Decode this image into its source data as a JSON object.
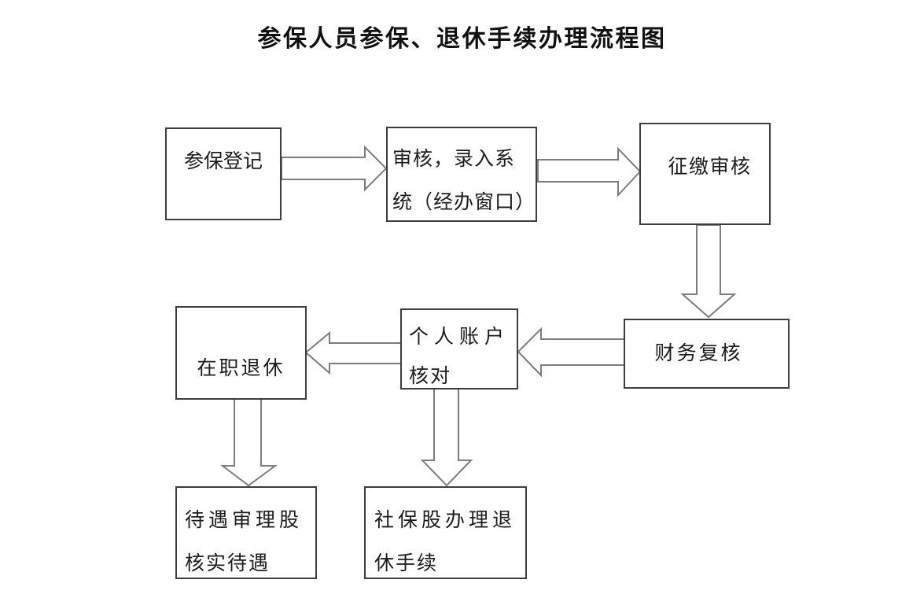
{
  "title": "参保人员参保、退休手续办理流程图",
  "nodes": [
    {
      "id": "enrollment-registration",
      "label": "参保登记",
      "lines": [
        "参保登记"
      ]
    },
    {
      "id": "review-system-entry",
      "label": "审核，录入系统（经办窗口）",
      "lines": [
        "审核，录入系",
        "统（经办窗口）"
      ]
    },
    {
      "id": "collection-audit",
      "label": "征缴审核",
      "lines": [
        "征缴审核"
      ]
    },
    {
      "id": "finance-recheck",
      "label": "财务复核",
      "lines": [
        "财务复核"
      ]
    },
    {
      "id": "personal-account-check",
      "label": "个人账户核对",
      "lines": [
        "个人账户",
        "核对"
      ]
    },
    {
      "id": "in-service-retirement",
      "label": "在职退休",
      "lines": [
        "在职退休"
      ]
    },
    {
      "id": "benefit-review-section",
      "label": "待遇审理股核实待遇",
      "lines": [
        "待遇审理股",
        "核实待遇"
      ]
    },
    {
      "id": "social-security-section",
      "label": "社保股办理退休手续",
      "lines": [
        "社保股办理退",
        "休手续"
      ]
    }
  ],
  "edges": [
    {
      "from": "参保登记",
      "to": "审核，录入系统（经办窗口）",
      "direction": "right"
    },
    {
      "from": "审核，录入系统（经办窗口）",
      "to": "征缴审核",
      "direction": "right"
    },
    {
      "from": "征缴审核",
      "to": "财务复核",
      "direction": "down"
    },
    {
      "from": "财务复核",
      "to": "个人账户核对",
      "direction": "left"
    },
    {
      "from": "个人账户核对",
      "to": "在职退休",
      "direction": "left"
    },
    {
      "from": "在职退休",
      "to": "待遇审理股核实待遇",
      "direction": "down"
    },
    {
      "from": "个人账户核对",
      "to": "社保股办理退休手续",
      "direction": "down"
    }
  ],
  "colors": {
    "background": "#ffffff",
    "box_border": "#3d3d3d",
    "arrow_outline": "#7d7d7d",
    "text": "#1c1c1c"
  }
}
